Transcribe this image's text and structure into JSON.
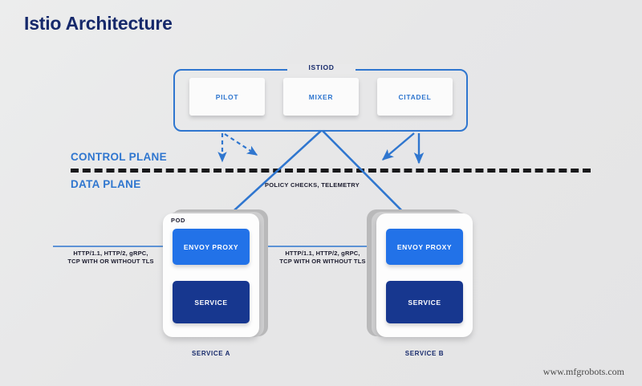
{
  "page": {
    "title": "Istio Architecture",
    "background_color": "#e8e8e8",
    "watermark": "www.mfgrobots.com"
  },
  "colors": {
    "title_navy": "#16296b",
    "accent_blue": "#2f76cf",
    "envoy_blue": "#2272e8",
    "service_navy": "#17378f",
    "divider_black": "#18181a"
  },
  "control_plane": {
    "container_label": "ISTIOD",
    "section_label": "CONTROL PLANE",
    "components": [
      {
        "label": "PILOT"
      },
      {
        "label": "MIXER"
      },
      {
        "label": "CITADEL"
      }
    ]
  },
  "data_plane": {
    "section_label": "DATA PLANE",
    "policy_label": "POLICY CHECKS, TELEMETRY",
    "pods": [
      {
        "pod_label": "POD",
        "caption": "SERVICE A",
        "proxy_label": "ENVOY PROXY",
        "service_label": "SERVICE"
      },
      {
        "pod_label": "",
        "caption": "SERVICE B",
        "proxy_label": "ENVOY PROXY",
        "service_label": "SERVICE"
      }
    ],
    "traffic_labels": [
      {
        "line1": "HTTP/1.1, HTTP/2, gRPC,",
        "line2": "TCP WITH OR WITHOUT TLS"
      },
      {
        "line1": "HTTP/1.1, HTTP/2, gRPC,",
        "line2": "TCP WITH OR WITHOUT TLS"
      }
    ]
  }
}
